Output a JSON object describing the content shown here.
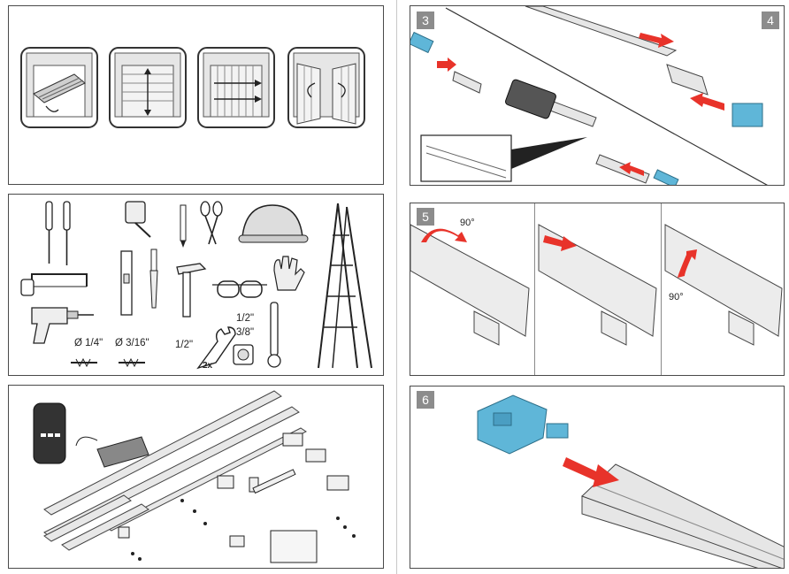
{
  "steps": {
    "s3": "3",
    "s4": "4",
    "s5": "5",
    "s6": "6"
  },
  "tools": {
    "drill_1": "Ø 1/4\"",
    "drill_2": "Ø 3/16\"",
    "wrench": "1/2\"",
    "wrench_qty": "2x",
    "socket_a": "1/2\"",
    "socket_b": "3/8\""
  },
  "rotation": {
    "cw": "90°",
    "ccw": "90°"
  },
  "colors": {
    "arrow": "#e8332a",
    "accent_blue": "#5fb6d8",
    "rail": "#d9d9d9",
    "line": "#333333"
  },
  "icons": [
    "door-tilt-icon",
    "door-sectional-icon",
    "door-sliding-icon",
    "door-side-hinged-icon",
    "screwdriver-icon",
    "tape-measure-icon",
    "pencil-icon",
    "wire-cutter-icon",
    "hard-hat-icon",
    "ladder-icon",
    "hacksaw-icon",
    "level-icon",
    "file-icon",
    "hammer-icon",
    "safety-glasses-icon",
    "gloves-icon",
    "drill-icon",
    "drill-bit-icon",
    "wrench-icon",
    "socket-wrench-icon"
  ]
}
